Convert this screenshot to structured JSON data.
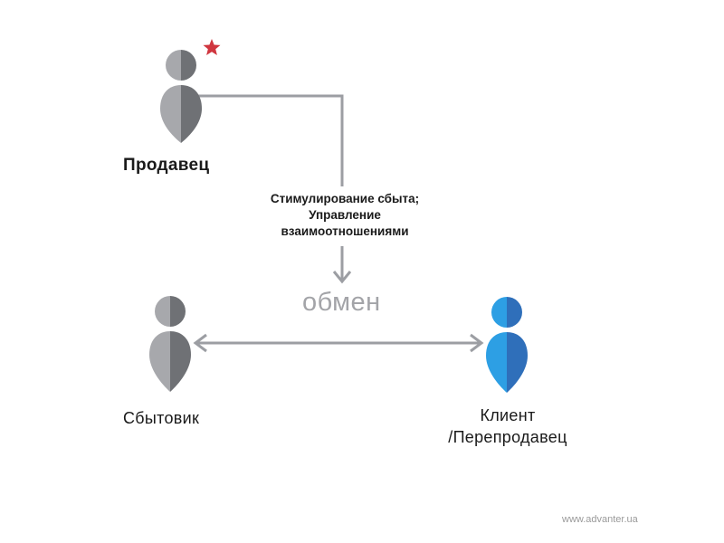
{
  "nodes": {
    "seller": {
      "label": "Продавец",
      "color_light": "#a7a8ac",
      "color_dark": "#6f7175"
    },
    "distributor": {
      "label": "Сбытовик",
      "color_light": "#a7a8ac",
      "color_dark": "#6f7175"
    },
    "client": {
      "line1": "Клиент",
      "line2": "/Перепродавец",
      "color_light": "#2d9fe4",
      "color_dark": "#2f6fba"
    }
  },
  "edges": {
    "promotion": {
      "line1": "Стимулирование сбыта;",
      "line2": "Управление",
      "line3": "взаимоотношениями"
    },
    "exchange": {
      "label": "обмен"
    }
  },
  "badge": {
    "icon": "star-icon",
    "color": "#d0363f"
  },
  "line_color": "#9c9ea3",
  "footer": {
    "watermark": "www.advanter.ua"
  }
}
